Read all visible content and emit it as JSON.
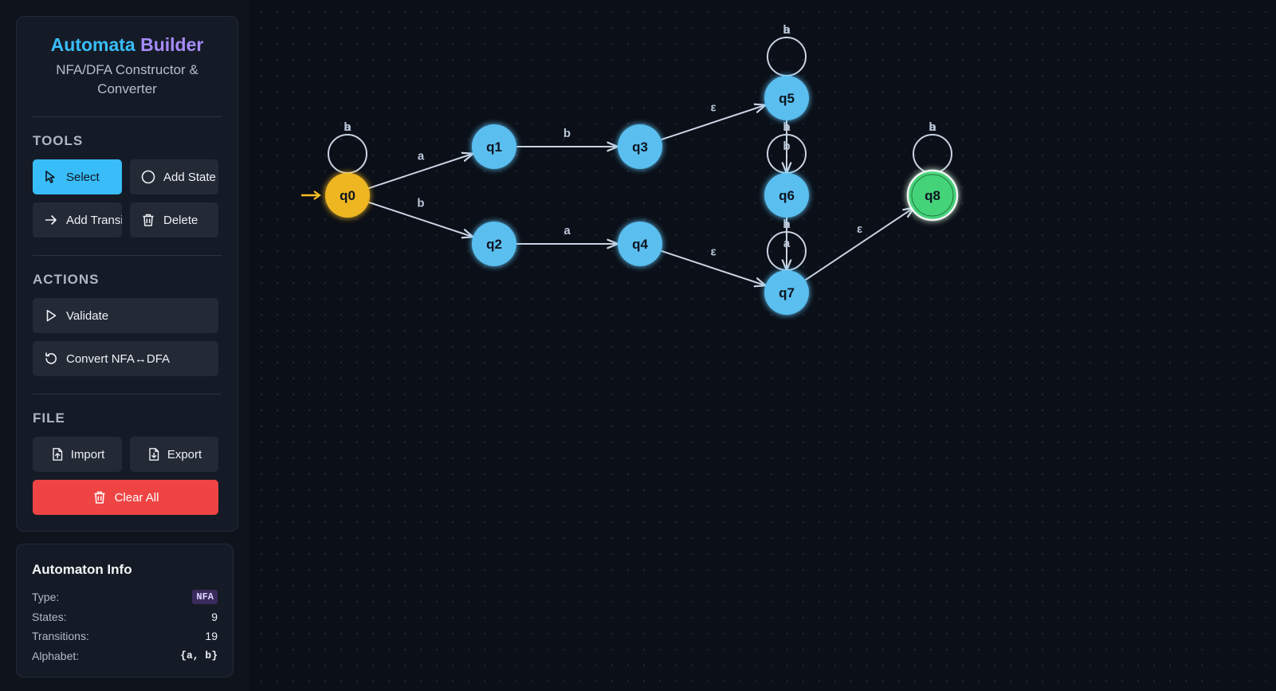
{
  "header": {
    "title_part1": "Automata",
    "title_part2": "Builder",
    "subtitle": "NFA/DFA Constructor & Converter"
  },
  "tools": {
    "title": "TOOLS",
    "select": "Select",
    "add_state": "Add State",
    "add_transition": "Add Transition",
    "delete": "Delete"
  },
  "actions": {
    "title": "ACTIONS",
    "validate": "Validate",
    "convert": "Convert NFA↔DFA"
  },
  "file": {
    "title": "FILE",
    "import": "Import",
    "export": "Export",
    "clear_all": "Clear All"
  },
  "info": {
    "title": "Automaton Info",
    "type_label": "Type:",
    "type_value": "NFA",
    "states_label": "States:",
    "states_value": "9",
    "transitions_label": "Transitions:",
    "transitions_value": "19",
    "alphabet_label": "Alphabet:",
    "alphabet_value": "{a, b}"
  },
  "colors": {
    "accent": "#38bdf8",
    "start_state": "#fbbf24",
    "accept_state": "#4ade80",
    "state": "#5ec8fb",
    "danger": "#ef4444"
  },
  "automaton": {
    "states": [
      "q0",
      "q1",
      "q2",
      "q3",
      "q4",
      "q5",
      "q6",
      "q7",
      "q8"
    ],
    "start": "q0",
    "accepting": [
      "q8"
    ],
    "transitions": [
      {
        "from": "q0",
        "to": "q0",
        "label": "b"
      },
      {
        "from": "q0",
        "to": "q0",
        "label": "a"
      },
      {
        "from": "q0",
        "to": "q1",
        "label": "a"
      },
      {
        "from": "q0",
        "to": "q2",
        "label": "b"
      },
      {
        "from": "q1",
        "to": "q3",
        "label": "b"
      },
      {
        "from": "q2",
        "to": "q4",
        "label": "a"
      },
      {
        "from": "q3",
        "to": "q5",
        "label": "ε"
      },
      {
        "from": "q4",
        "to": "q7",
        "label": "ε"
      },
      {
        "from": "q5",
        "to": "q5",
        "label": "b"
      },
      {
        "from": "q5",
        "to": "q5",
        "label": "a"
      },
      {
        "from": "q5",
        "to": "q6",
        "label": "b"
      },
      {
        "from": "q6",
        "to": "q6",
        "label": "b"
      },
      {
        "from": "q6",
        "to": "q6",
        "label": "a"
      },
      {
        "from": "q6",
        "to": "q7",
        "label": "a"
      },
      {
        "from": "q7",
        "to": "q7",
        "label": "b"
      },
      {
        "from": "q7",
        "to": "q7",
        "label": "a"
      },
      {
        "from": "q7",
        "to": "q8",
        "label": "ε"
      },
      {
        "from": "q8",
        "to": "q8",
        "label": "b"
      },
      {
        "from": "q8",
        "to": "q8",
        "label": "a"
      }
    ]
  }
}
